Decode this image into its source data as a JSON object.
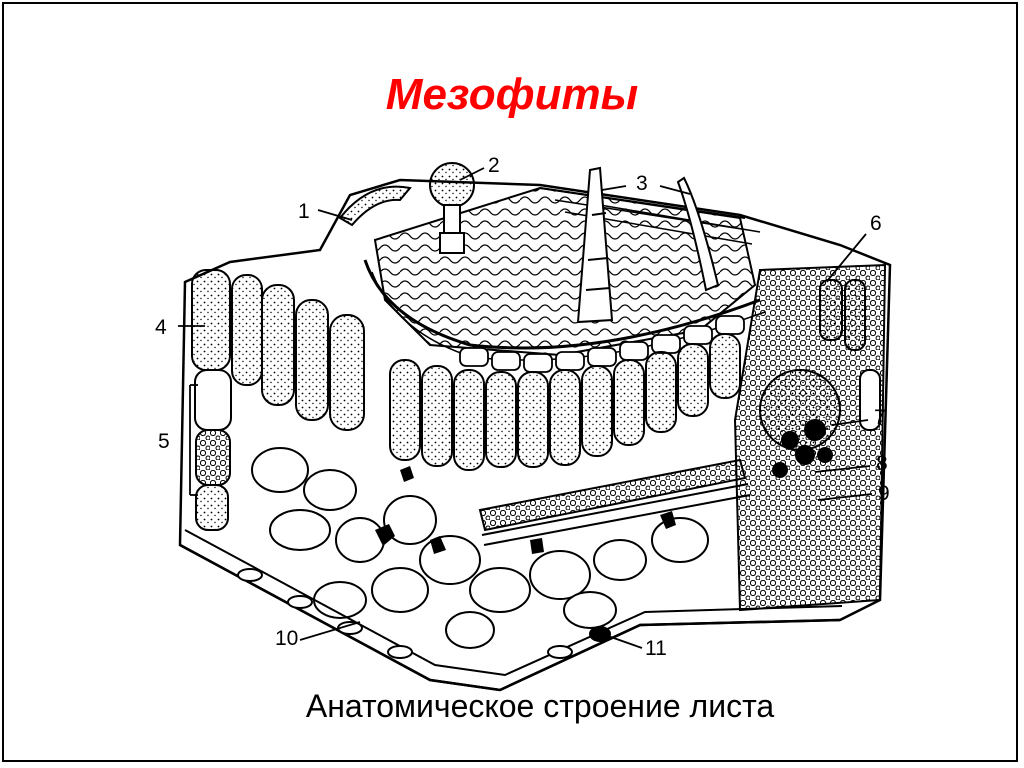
{
  "slide": {
    "title": "Мезофиты",
    "caption": "Анатомическое строение листа",
    "title_color": "#ff0000"
  },
  "diagram": {
    "callouts": [
      "1",
      "2",
      "3",
      "4",
      "5",
      "6",
      "7",
      "8",
      "9",
      "10",
      "11"
    ]
  }
}
